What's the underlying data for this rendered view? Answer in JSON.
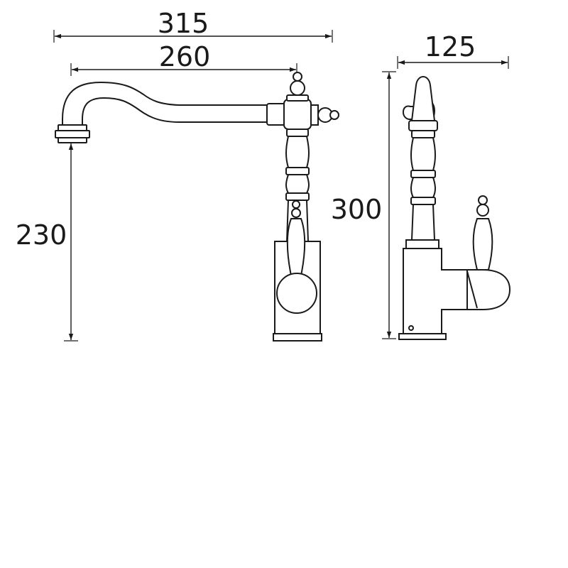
{
  "drawing": {
    "front_view": {
      "overall_width": "315",
      "spout_reach": "260",
      "spout_height": "230"
    },
    "side_view": {
      "depth": "125",
      "overall_height": "300"
    }
  }
}
